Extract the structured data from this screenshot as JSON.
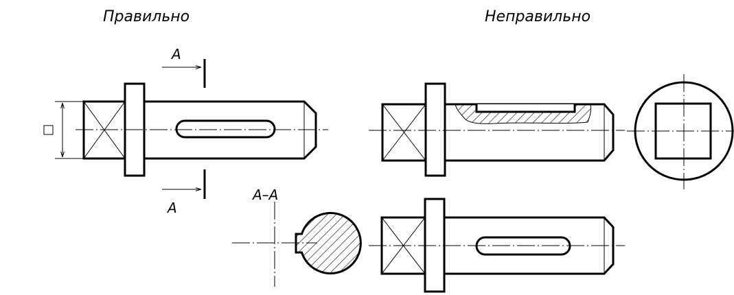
{
  "titles": {
    "correct": "Правильно",
    "incorrect": "Неправильно"
  },
  "labels": {
    "cut_top": "A",
    "cut_bottom": "A",
    "section": "A–A",
    "square_symbol": "□"
  }
}
